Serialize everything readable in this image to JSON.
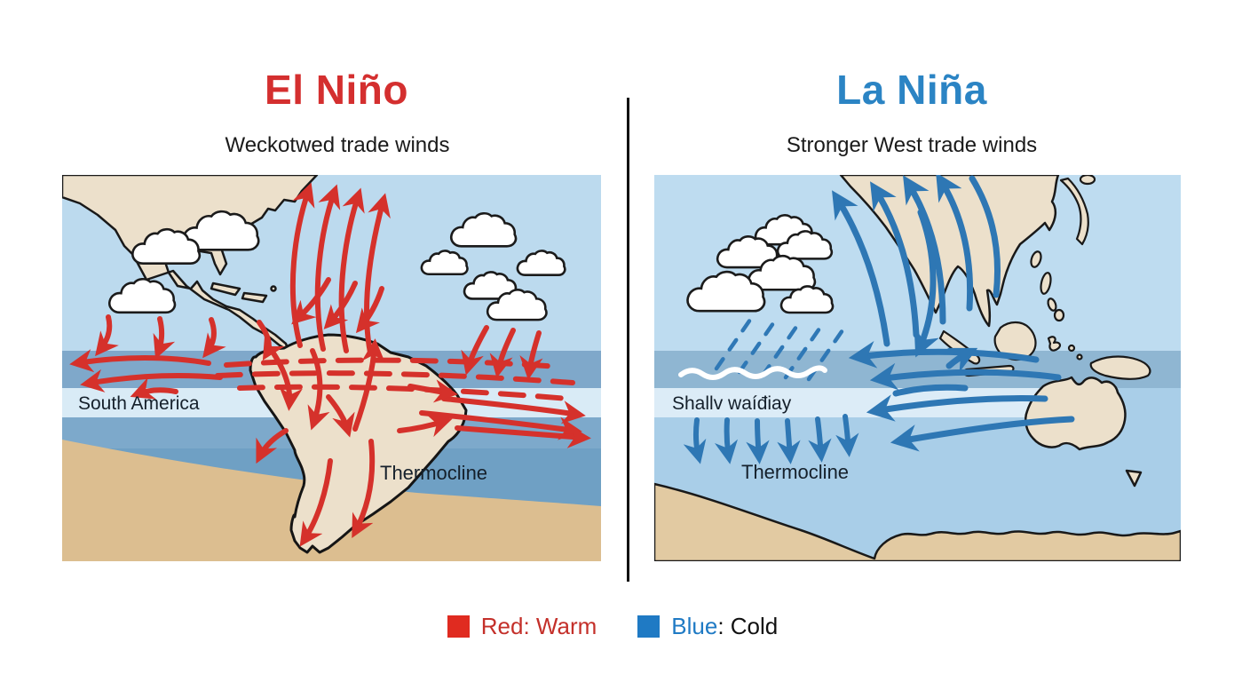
{
  "header": {
    "left": {
      "title": "El Niño",
      "subtitle": "Weckotwed trade winds"
    },
    "right": {
      "title": "La Niña",
      "subtitle": "Stronger West trade winds"
    }
  },
  "panels": {
    "el_nino": {
      "map_label": "South America",
      "thermocline_label": "Thermocline"
    },
    "la_nina": {
      "surface_label": "Shallv waíđiay",
      "thermocline_label": "Thermocline"
    }
  },
  "legend": {
    "warm_label": "Red: Warm",
    "cold_word": "Blue",
    "cold_rest": ": Cold"
  },
  "colors": {
    "warm_arrow": "#d5312b",
    "cold_arrow": "#2e77b4",
    "title_red": "#d42f2f",
    "title_blue": "#2b84c4",
    "legend_red_swatch": "#e02b20",
    "legend_blue_swatch": "#1f7ac4"
  }
}
